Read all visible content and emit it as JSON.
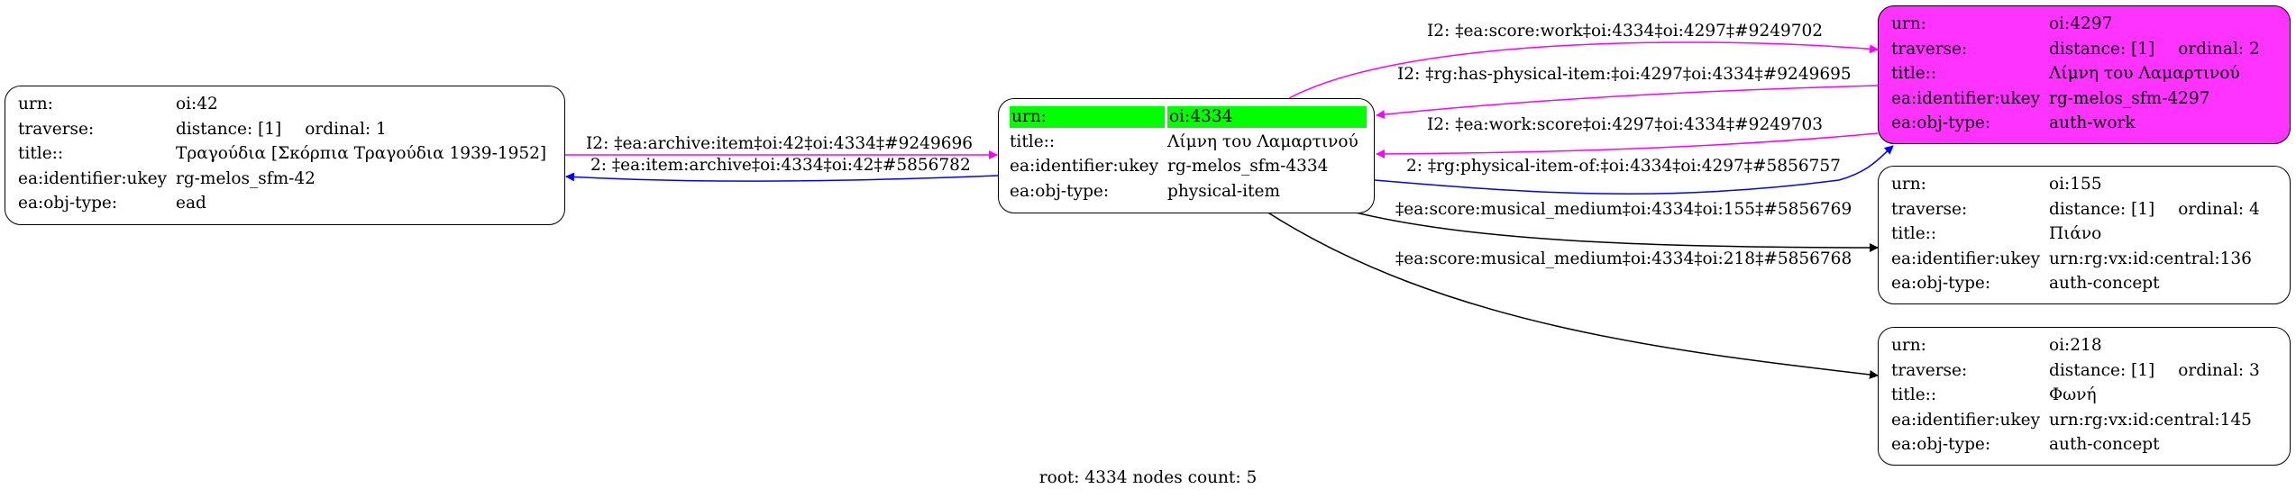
{
  "colors": {
    "highlight_node_fill": "#ff33ff",
    "root_urn_highlight": "#00ff00",
    "edge_inferred": "#ff00ff",
    "edge_direct_blue": "#0000ff",
    "edge_default": "#000000"
  },
  "nodes": [
    {
      "id": "oi42",
      "rows": [
        {
          "key": "urn:",
          "value": "oi:42"
        },
        {
          "key": "traverse:",
          "value": "distance: [1]",
          "extra": "ordinal: 1"
        },
        {
          "key": "title::",
          "value": "Τραγούδια [Σκόρπια Τραγούδια 1939-1952]"
        },
        {
          "key": "ea:identifier:ukey",
          "value": "rg-melos_sfm-42"
        },
        {
          "key": "ea:obj-type:",
          "value": "ead"
        }
      ]
    },
    {
      "id": "oi4334",
      "root": true,
      "rows": [
        {
          "key": "urn:",
          "value": "oi:4334"
        },
        {
          "key": "title::",
          "value": "Λίμνη του Λαμαρτινού"
        },
        {
          "key": "ea:identifier:ukey",
          "value": "rg-melos_sfm-4334"
        },
        {
          "key": "ea:obj-type:",
          "value": "physical-item"
        }
      ]
    },
    {
      "id": "oi4297",
      "rows": [
        {
          "key": "urn:",
          "value": "oi:4297"
        },
        {
          "key": "traverse:",
          "value": "distance: [1]",
          "extra": "ordinal: 2"
        },
        {
          "key": "title::",
          "value": "Λίμνη του Λαμαρτινού"
        },
        {
          "key": "ea:identifier:ukey",
          "value": "rg-melos_sfm-4297"
        },
        {
          "key": "ea:obj-type:",
          "value": "auth-work"
        }
      ]
    },
    {
      "id": "oi155",
      "rows": [
        {
          "key": "urn:",
          "value": "oi:155"
        },
        {
          "key": "traverse:",
          "value": "distance: [1]",
          "extra": "ordinal: 4"
        },
        {
          "key": "title::",
          "value": "Πιάνο"
        },
        {
          "key": "ea:identifier:ukey",
          "value": "urn:rg:vx:id:central:136"
        },
        {
          "key": "ea:obj-type:",
          "value": "auth-concept"
        }
      ]
    },
    {
      "id": "oi218",
      "rows": [
        {
          "key": "urn:",
          "value": "oi:218"
        },
        {
          "key": "traverse:",
          "value": "distance: [1]",
          "extra": "ordinal: 3"
        },
        {
          "key": "title::",
          "value": "Φωνή"
        },
        {
          "key": "ea:identifier:ukey",
          "value": "urn:rg:vx:id:central:145"
        },
        {
          "key": "ea:obj-type:",
          "value": "auth-concept"
        }
      ]
    }
  ],
  "edges": [
    {
      "from": "oi42",
      "to": "oi4334",
      "label": "I2: ‡ea:archive:item‡oi:42‡oi:4334‡#9249696",
      "color": "magenta"
    },
    {
      "from": "oi4334",
      "to": "oi42",
      "label": "2: ‡ea:item:archive‡oi:4334‡oi:42‡#5856782",
      "color": "blue"
    },
    {
      "from": "oi4334",
      "to": "oi4297",
      "label": "I2: ‡ea:score:work‡oi:4334‡oi:4297‡#9249702",
      "color": "magenta"
    },
    {
      "from": "oi4297",
      "to": "oi4334",
      "label": "I2: ‡rg:has-physical-item:‡oi:4297‡oi:4334‡#9249695",
      "color": "magenta"
    },
    {
      "from": "oi4297",
      "to": "oi4334",
      "label": "I2: ‡ea:work:score‡oi:4297‡oi:4334‡#9249703",
      "color": "magenta"
    },
    {
      "from": "oi4334",
      "to": "oi4297",
      "label": "2: ‡rg:physical-item-of:‡oi:4334‡oi:4297‡#5856757",
      "color": "blue"
    },
    {
      "from": "oi4334",
      "to": "oi155",
      "label": "‡ea:score:musical_medium‡oi:4334‡oi:155‡#5856769",
      "color": "black"
    },
    {
      "from": "oi4334",
      "to": "oi218",
      "label": "‡ea:score:musical_medium‡oi:4334‡oi:218‡#5856768",
      "color": "black"
    }
  ],
  "footer": "root: 4334 nodes count: 5"
}
